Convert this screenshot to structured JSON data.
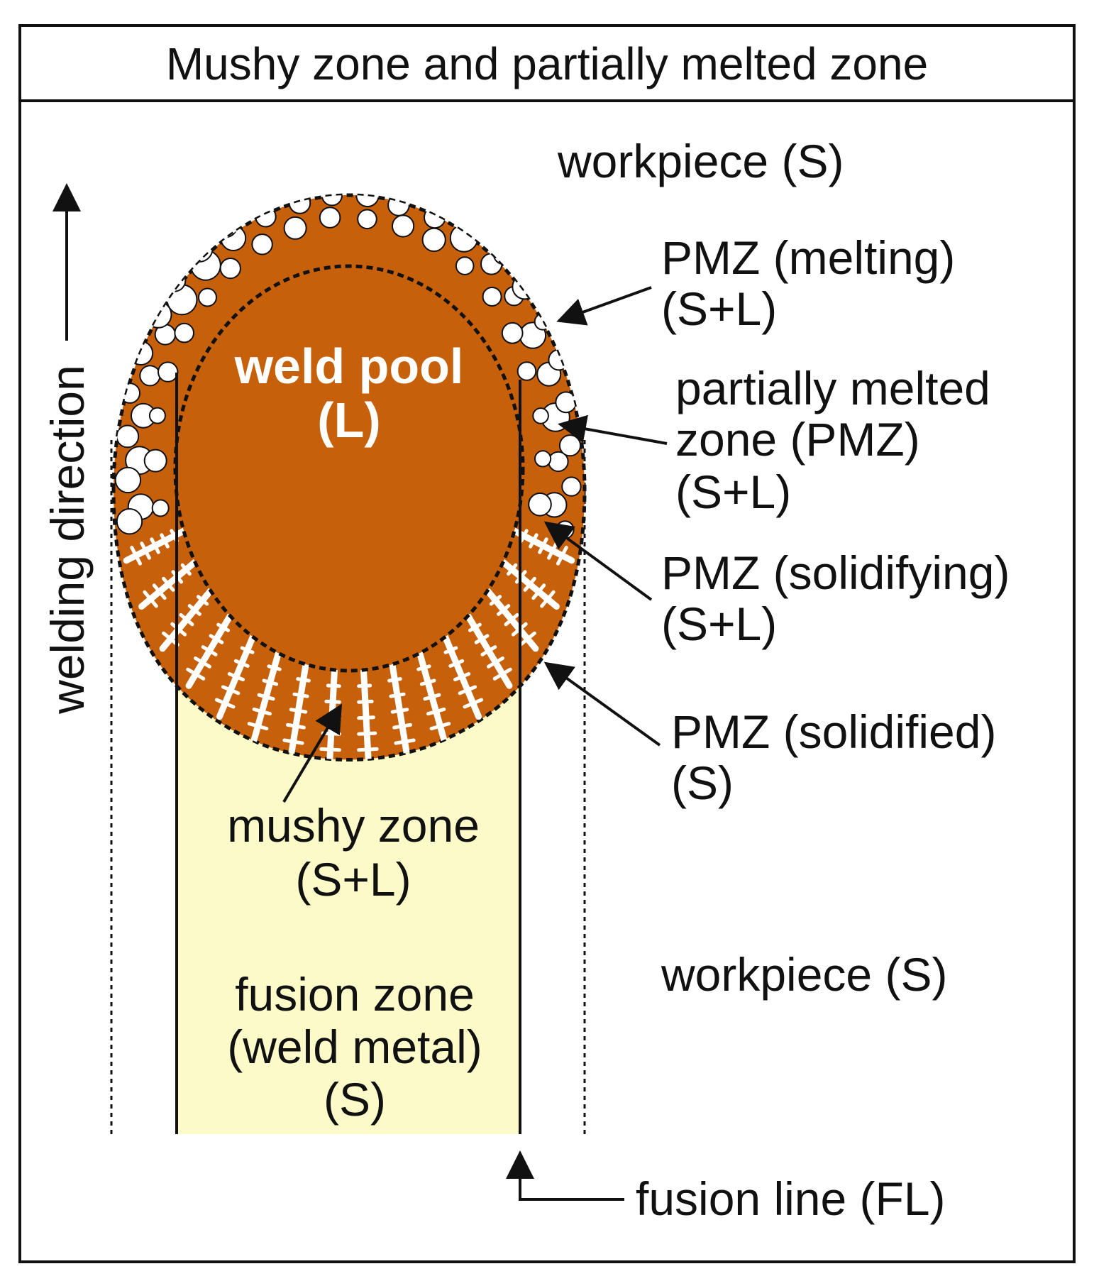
{
  "title": "Mushy zone and partially melted zone",
  "colors": {
    "weld_pool": "#C6600A",
    "fusion_zone": "#FCFAC8",
    "outline": "#111111",
    "background": "#FFFFFF"
  },
  "labels": {
    "workpiece_top": "workpiece (S)",
    "pmz_melting": [
      "PMZ (melting)",
      "(S+L)"
    ],
    "pmz": [
      "partially melted",
      "zone (PMZ)",
      "(S+L)"
    ],
    "pmz_solidifying": [
      "PMZ (solidifying)",
      "(S+L)"
    ],
    "pmz_solidified": [
      "PMZ (solidified)",
      "(S)"
    ],
    "weld_pool": [
      "weld pool",
      "(L)"
    ],
    "mushy_zone": [
      "mushy zone",
      "(S+L)"
    ],
    "fusion_zone": [
      "fusion zone",
      "(weld metal)",
      "(S)"
    ],
    "workpiece_bottom": "workpiece (S)",
    "fusion_line": "fusion line (FL)",
    "welding_direction": "welding direction"
  }
}
